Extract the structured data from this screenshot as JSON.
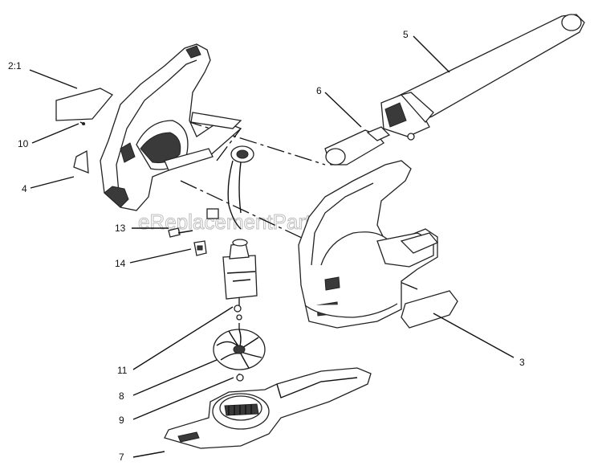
{
  "diagram": {
    "watermark": "eReplacementParts.com",
    "callouts": [
      {
        "id": "2-1",
        "text": "2:1"
      },
      {
        "id": "10",
        "text": "10"
      },
      {
        "id": "4",
        "text": "4"
      },
      {
        "id": "13",
        "text": "13"
      },
      {
        "id": "14",
        "text": "14"
      },
      {
        "id": "11",
        "text": "11"
      },
      {
        "id": "8",
        "text": "8"
      },
      {
        "id": "9",
        "text": "9"
      },
      {
        "id": "7",
        "text": "7"
      },
      {
        "id": "5",
        "text": "5"
      },
      {
        "id": "6",
        "text": "6"
      },
      {
        "id": "3",
        "text": "3"
      }
    ]
  }
}
